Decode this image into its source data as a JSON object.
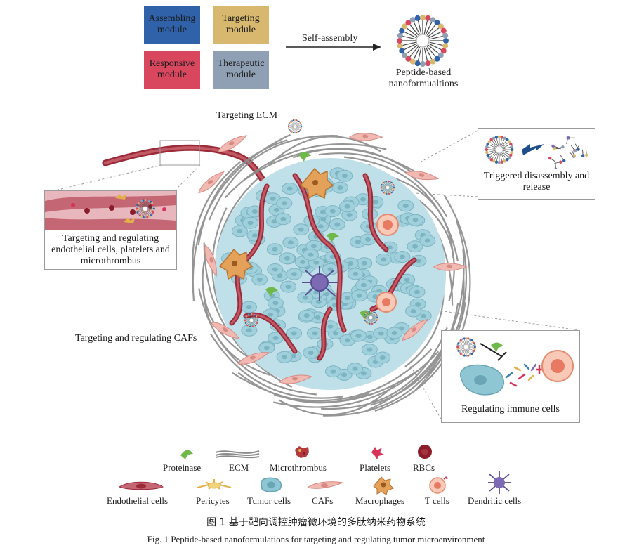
{
  "modules": {
    "assembling": "Assembling module",
    "targeting": "Targeting module",
    "responsive": "Responsive module",
    "therapeutic": "Therapeutic module"
  },
  "module_colors": {
    "assembling": "#2f62a8",
    "targeting": "#d8b86e",
    "responsive": "#d9475f",
    "therapeutic": "#8fa0b4"
  },
  "arrow_label": "Self-assembly",
  "nanoformulation_label": "Peptide-based nanoformualtions",
  "labels": {
    "targeting_ecm": "Targeting ECM",
    "endothelial": "Targeting and regulating endothelial cells, platelets and microthrombus",
    "triggered": "Triggered disassembly and release",
    "cafs": "Targeting and regulating CAFs",
    "immune": "Regulating immune cells"
  },
  "legend_row1": [
    "Proteinase",
    "ECM",
    "Microthrombus",
    "Platelets",
    "RBCs"
  ],
  "legend_row2": [
    "Endothelial cells",
    "Pericytes",
    "Tumor cells",
    "CAFs",
    "Macrophages",
    "T cells",
    "Dendritic cells"
  ],
  "caption_cn": "图 1    基于靶向调控肿瘤微环境的多肽纳米药物系统",
  "caption_en": "Fig. 1    Peptide-based nanoformulations for targeting and regulating tumor microenvironment",
  "icons": [
    "proteinase-icon",
    "ecm-icon",
    "microthrombus-icon",
    "platelet-icon",
    "rbc-icon",
    "endothelial-cell-icon",
    "pericyte-icon",
    "tumor-cell-icon",
    "caf-icon",
    "macrophage-icon",
    "t-cell-icon",
    "dendritic-cell-icon"
  ]
}
